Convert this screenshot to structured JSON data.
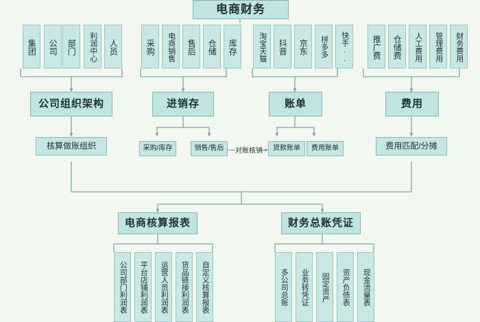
{
  "background_color": "#f2f8ef",
  "accent_color": "#c4e6e4",
  "border_color": "#8fb9bb",
  "title": {
    "label": "电商财务"
  },
  "groups": [
    {
      "id": "org",
      "items": [
        {
          "label": "集团"
        },
        {
          "label": "公司"
        },
        {
          "label": "部门"
        },
        {
          "label": "利润中心"
        },
        {
          "label": "人员"
        }
      ],
      "category": {
        "label": "公司组织架构"
      },
      "children": [
        {
          "label": "核算做账组织"
        }
      ]
    },
    {
      "id": "inventory",
      "items": [
        {
          "label": "采购"
        },
        {
          "label": "电商销售"
        },
        {
          "label": "售后"
        },
        {
          "label": "仓储"
        },
        {
          "label": "库存"
        }
      ],
      "category": {
        "label": "进销存"
      },
      "children": [
        {
          "label": "采购/库存"
        },
        {
          "label": "销售/售后"
        }
      ]
    },
    {
      "id": "bills",
      "items": [
        {
          "label": "淘宝天猫"
        },
        {
          "label": "抖音"
        },
        {
          "label": "京东"
        },
        {
          "label": "拼多多"
        },
        {
          "label": "快手.."
        }
      ],
      "category": {
        "label": "账单"
      },
      "children": [
        {
          "label": "货款账单"
        },
        {
          "label": "费用账单"
        }
      ]
    },
    {
      "id": "expenses",
      "items": [
        {
          "label": "推广费"
        },
        {
          "label": "仓储费"
        },
        {
          "label": "人工费用"
        },
        {
          "label": "管理费用"
        },
        {
          "label": "财务费用"
        }
      ],
      "category": {
        "label": "费用"
      },
      "children": [
        {
          "label": "费用匹配/分摊"
        }
      ]
    }
  ],
  "connector_label": {
    "label": "对账核销"
  },
  "outputs": [
    {
      "id": "ecom-report",
      "label": "电商核算报表",
      "items": [
        {
          "label": "公司部门利润表"
        },
        {
          "label": "平台店铺利润表"
        },
        {
          "label": "运营人员利润表"
        },
        {
          "label": "货品链接利润表"
        },
        {
          "label": "自定义核算报表"
        }
      ]
    },
    {
      "id": "ledger-voucher",
      "label": "财务总账凭证",
      "items": [
        {
          "label": "多公司总账"
        },
        {
          "label": "业务转凭证"
        },
        {
          "label": "固定资产"
        },
        {
          "label": "资产负债表"
        },
        {
          "label": "现金流量表"
        }
      ]
    }
  ]
}
